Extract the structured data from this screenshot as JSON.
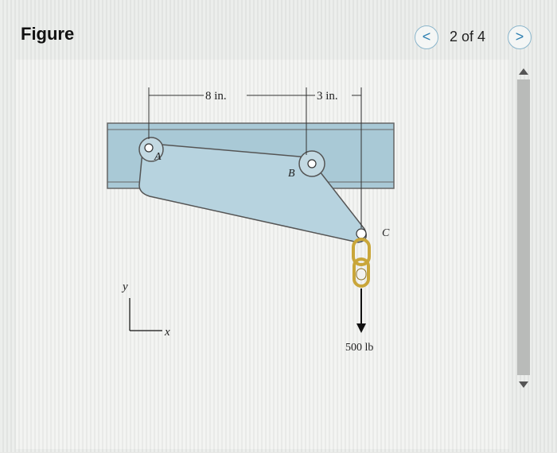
{
  "header": {
    "title": "Figure",
    "prev_icon": "chevron-left-icon",
    "next_icon": "chevron-right-icon",
    "prev_glyph": "<",
    "next_glyph": ">",
    "page_indicator": "2 of 4"
  },
  "figure": {
    "dim_ab": "8 in.",
    "dim_bc": "3 in.",
    "label_a": "A",
    "label_b": "B",
    "label_c": "C",
    "axis_y": "y",
    "axis_x": "x",
    "load": "500 lb",
    "colors": {
      "beam": "#a9c9d6",
      "link": "#b7d3df",
      "chain": "#c9a63a"
    }
  }
}
